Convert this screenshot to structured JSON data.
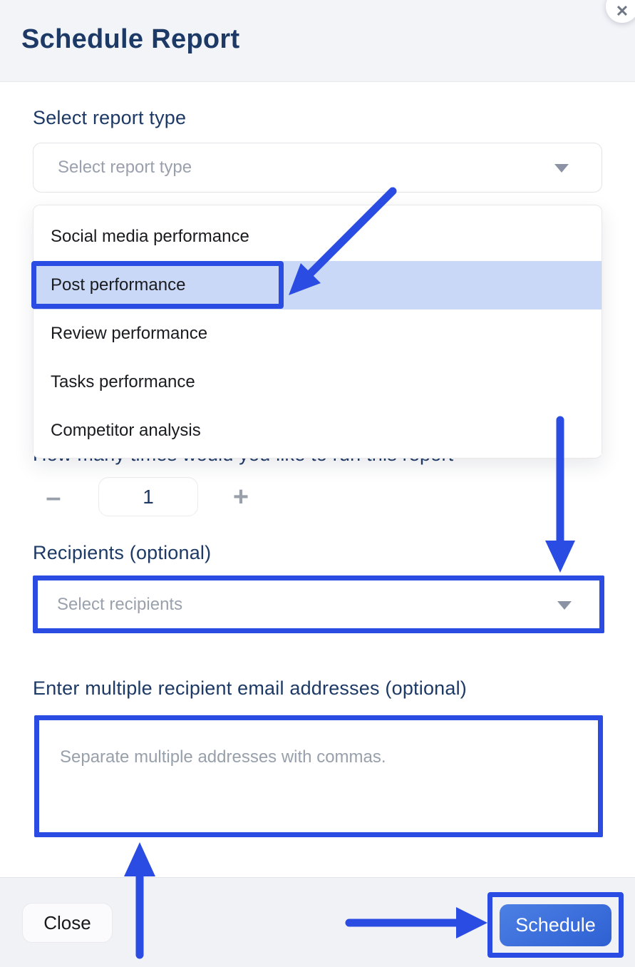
{
  "modal": {
    "title": "Schedule Report"
  },
  "icons": {
    "close": "✕",
    "minus": "–",
    "plus": "+",
    "chevron_down": "▼"
  },
  "report_type": {
    "label": "Select report type",
    "placeholder": "Select report type",
    "options": [
      "Social media performance",
      "Post performance",
      "Review performance",
      "Tasks performance",
      "Competitor analysis"
    ],
    "highlighted_option": "Post performance"
  },
  "run_count": {
    "label": "How many times would you like to run this report",
    "value": "1"
  },
  "recipients": {
    "label": "Recipients (optional)",
    "placeholder": "Select recipients"
  },
  "emails": {
    "label": "Enter multiple recipient email addresses (optional)",
    "placeholder": "Separate multiple addresses with commas."
  },
  "footer": {
    "close_label": "Close",
    "schedule_label": "Schedule"
  },
  "colors": {
    "annotation_blue": "#2b4ce2",
    "highlight_row": "#c9d8f6",
    "title_navy": "#1d3965",
    "button_gradient_start": "#4d80e4",
    "button_gradient_end": "#2e60d3"
  }
}
